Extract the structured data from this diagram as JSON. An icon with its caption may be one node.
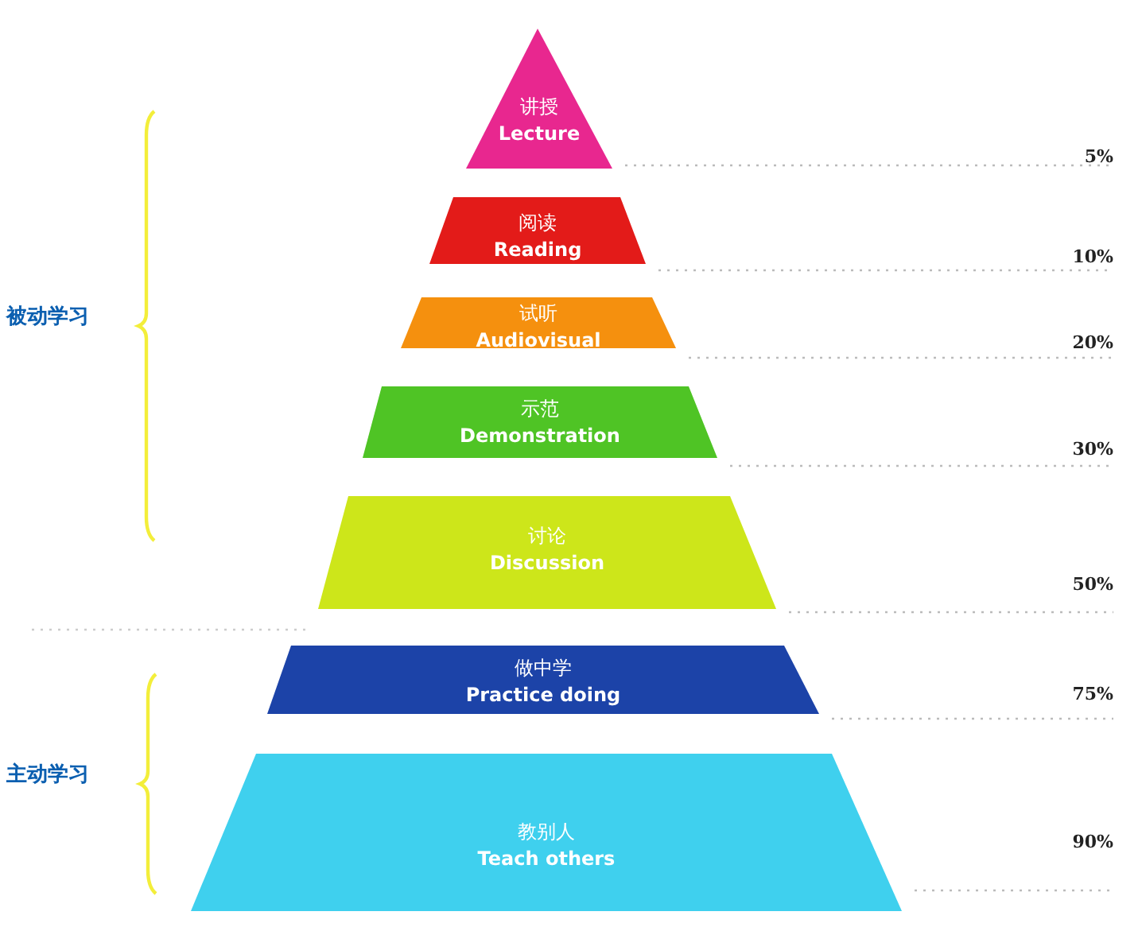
{
  "diagram": {
    "nodes": [
      {
        "text": [
          "讲授",
          "Lecture"
        ]
      },
      {
        "text": [
          "阅读",
          "Reading"
        ]
      },
      {
        "text": [
          "试听",
          "Audiovisual"
        ]
      },
      {
        "text": [
          "示范",
          "Demonstration"
        ]
      },
      {
        "text": [
          "讨论",
          "Discussion"
        ]
      },
      {
        "text": [
          "做中学",
          "Practice doing"
        ]
      },
      {
        "text": [
          "教别人",
          "Teach others"
        ]
      }
    ],
    "labels": [
      "5%",
      "10%",
      "被动学习",
      "20%",
      "30%",
      "50%",
      "75%",
      "主动学习",
      "90%"
    ]
  }
}
